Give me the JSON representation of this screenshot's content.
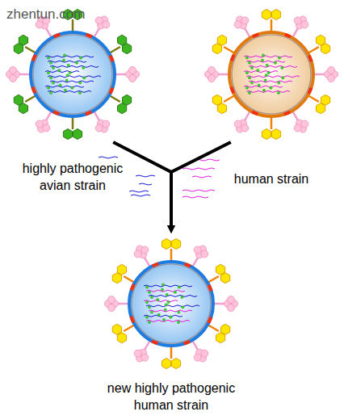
{
  "diagram": {
    "nodes": [
      {
        "text": [
          "highly pathogenic avian strain"
        ]
      },
      {
        "text": [
          "human strain"
        ]
      },
      {
        "text": [
          "new highly pathogenic human strain"
        ]
      }
    ],
    "edges": [
      {
        "from": 0,
        "to": 2,
        "arrow": "to"
      },
      {
        "from": 1,
        "to": 2,
        "arrow": "to"
      }
    ],
    "labels": [
      "zhentun.com"
    ]
  }
}
